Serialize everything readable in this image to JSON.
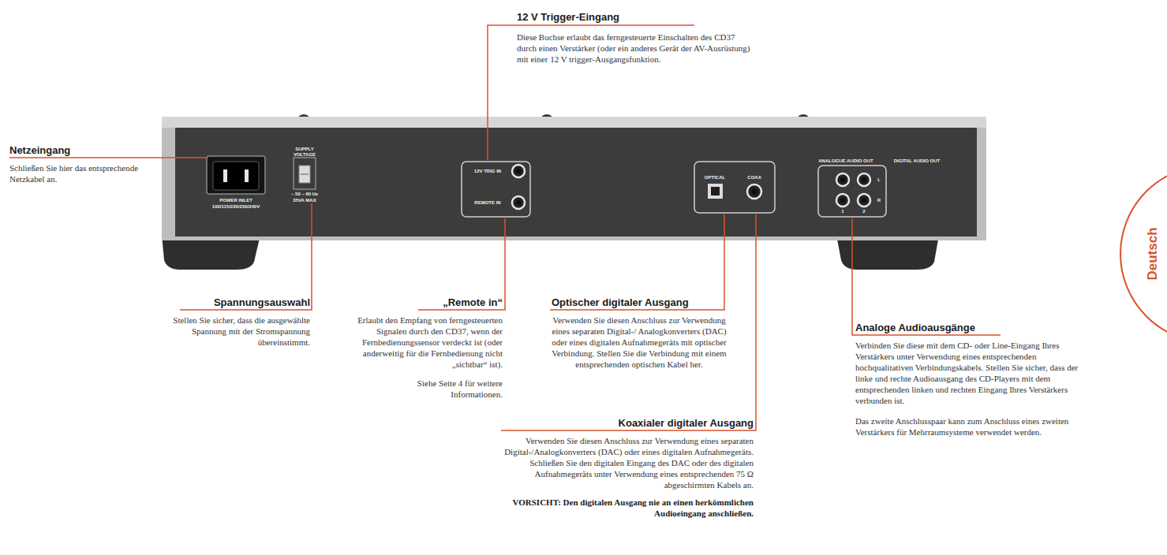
{
  "diagram": {
    "nodes": [
      {
        "text": [
          "Deutsch"
        ]
      }
    ],
    "labels": [
      "12 V Trigger-Eingang",
      "Diese Buchse erlaubt das ferngesteuerte Einschalten des CD37 durch einen Verstärker (oder ein anderes Gerät der AV-Ausrüstung) mit einer 12 V trigger-Ausgangsfunktion.",
      "Netzeingang",
      "Schließen Sie hier das entsprechende Netzkabel an.",
      "Spannungsauswahl",
      "Stellen Sie sicher, dass die ausgewählte Spannung mit der Stromspannung übereinstimmt.",
      "„Remote in“",
      "Erlaubt den Empfang von ferngesteuerten Signalen durch den CD37, wenn der Fernbedienungssensor verdeckt ist (oder anderweitig für die Fernbedienung nicht „sichtbar“ ist).",
      "Siehe Seite 4 für weitere Informationen.",
      "Optischer digitaler Ausgang",
      "Verwenden Sie diesen Anschluss zur Verwendung eines separaten Digital-/ Analogkonverters (DAC) oder eines digitalen Aufnahmegeräts mit optischer Verbindung. Stellen Sie die Verbindung mit einem entsprechenden optischen Kabel her.",
      "Koaxialer digitaler Ausgang",
      "Verwenden Sie diesen Anschluss zur Verwendung eines separaten Digital-/Analogkonverters (DAC) oder eines digitalen Aufnahmegeräts. Schließen Sie den digitalen Eingang des DAC oder des digitalen Aufnahmegeräts unter Verwendung eines entsprechenden 75 Ω abgeschirmten Kabels an.",
      "VORSICHT: Den digitalen Ausgang nie an einen herkömmlichen Audioeingang anschließen.",
      "Analoge Audioausgänge",
      "Verbinden Sie diese mit dem CD- oder Line-Eingang Ihres Verstärkers unter Verwendung eines entsprechenden hochqualitativen Verbindungskabels. Stellen Sie sicher, dass der linke und rechte Audioausgang des CD-Players mit dem entsprechenden linken und rechten Eingang Ihres Verstärkers verbunden ist.",
      "Das zweite Anschlusspaar kann zum Anschluss eines zweiten Verstärkers für Mehrraumsysteme verwendet werden.",
      "POWER INLET",
      "100/115/220/230/240V",
      "SUPPLY VOLTAGE",
      "~ 50 – 60 Hz",
      "35VA MAX",
      "12V TRIG IN",
      "REMOTE IN",
      "OPTICAL",
      "COAX",
      "ANALOGUE AUDIO OUT",
      "DIGITAL AUDIO OUT",
      "L",
      "R",
      "1",
      "2"
    ]
  }
}
